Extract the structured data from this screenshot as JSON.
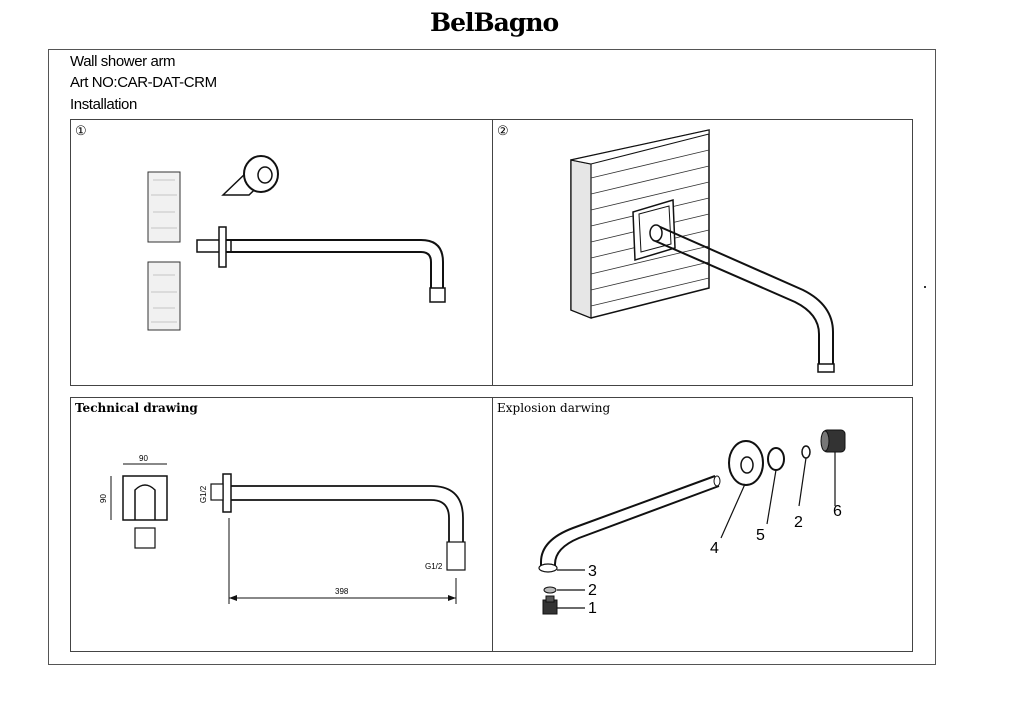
{
  "logo": "BelBagno",
  "header": {
    "title": "Wall shower arm",
    "art_no": "Art NO:CAR-DAT-CRM",
    "section": "Installation"
  },
  "panels": {
    "step1": {
      "label": "①"
    },
    "step2": {
      "label": "②"
    },
    "technical": {
      "label": "Technical drawing",
      "dims": {
        "width": "90",
        "height": "90",
        "thread_a": "G1/2",
        "thread_b": "G1/2",
        "length": "398"
      }
    },
    "explosion": {
      "label": "Explosion darwing",
      "parts": [
        "3",
        "2",
        "1",
        "4",
        "5",
        "2",
        "6"
      ]
    }
  }
}
